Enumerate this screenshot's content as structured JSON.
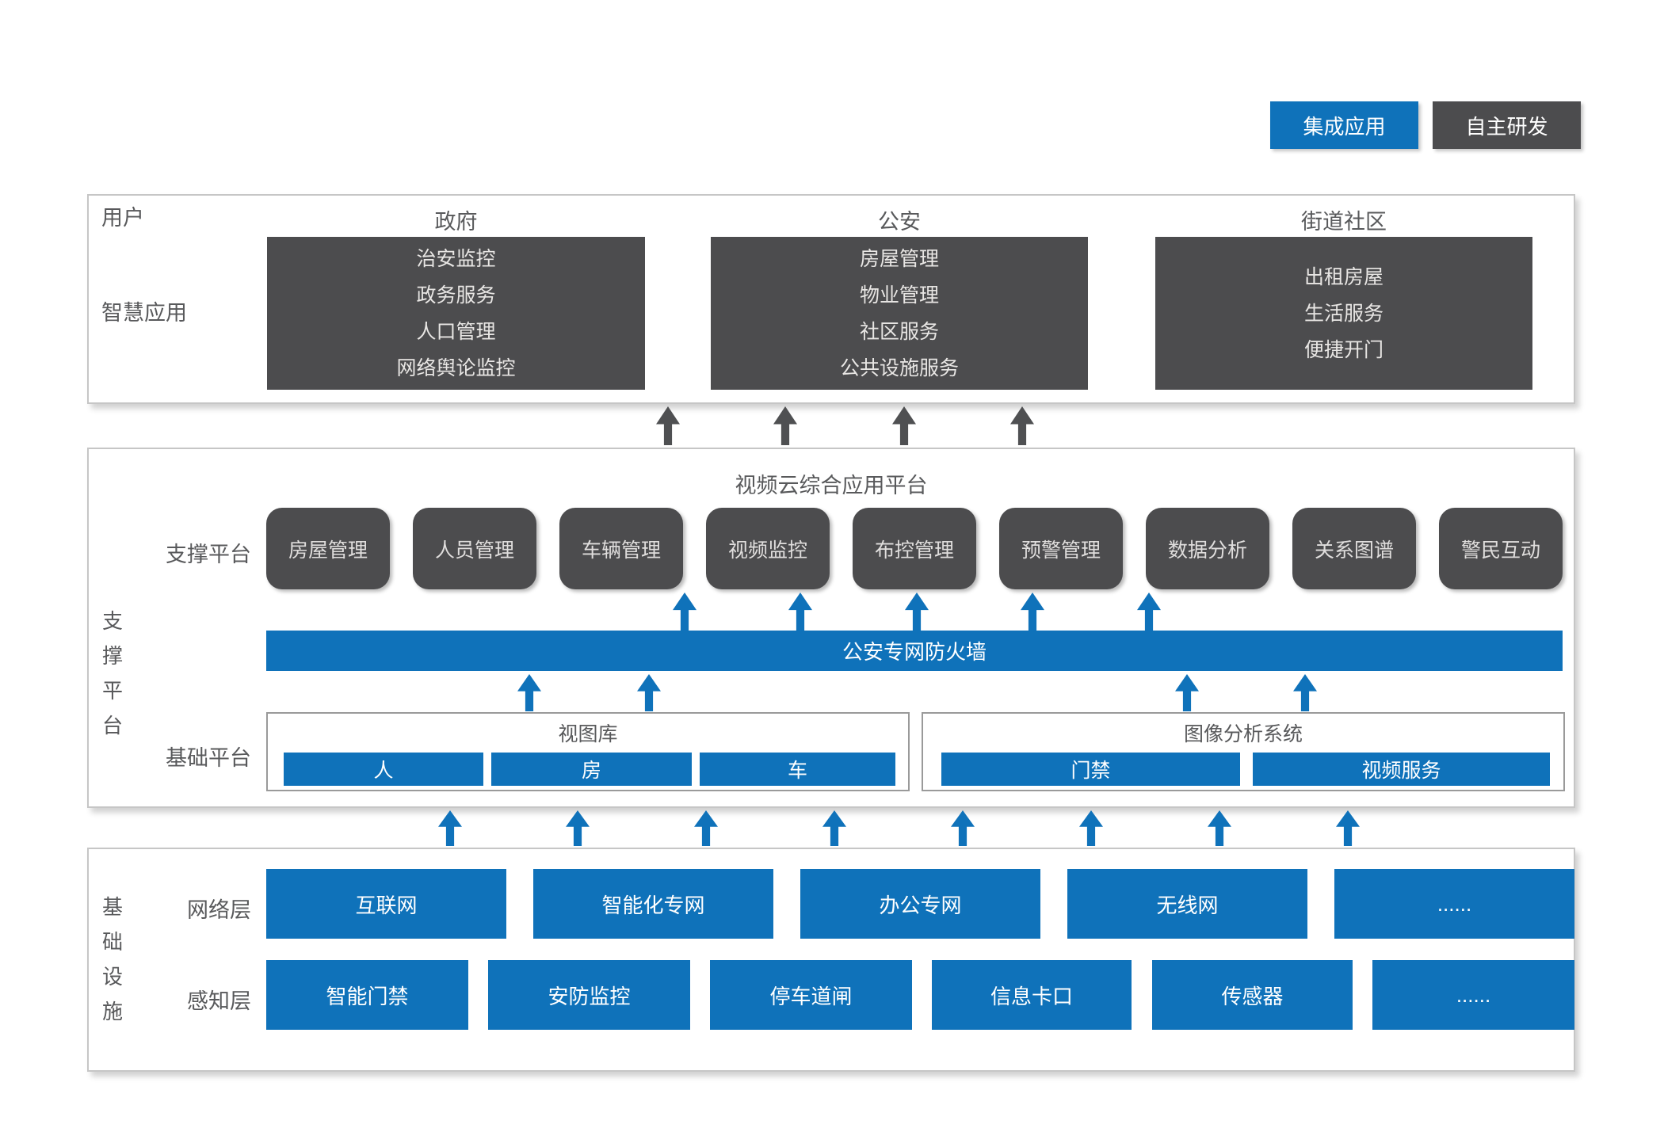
{
  "legend": {
    "integrated": "集成应用",
    "self_developed": "自主研发"
  },
  "user_section": {
    "row_label_users": "用户",
    "row_label_apps": "智慧应用",
    "columns": [
      {
        "title": "政府",
        "items": [
          "治安监控",
          "政务服务",
          "人口管理",
          "网络舆论监控"
        ]
      },
      {
        "title": "公安",
        "items": [
          "房屋管理",
          "物业管理",
          "社区服务",
          "公共设施服务"
        ]
      },
      {
        "title": "街道社区",
        "items": [
          "出租房屋",
          "生活服务",
          "便捷开门"
        ]
      }
    ]
  },
  "platform_section": {
    "side_label": "支撑平台",
    "title": "视频云综合应用平台",
    "support_row_label": "支撑平台",
    "support_boxes": [
      "房屋管理",
      "人员管理",
      "车辆管理",
      "视频监控",
      "布控管理",
      "预警管理",
      "数据分析",
      "关系图谱",
      "警民互动"
    ],
    "firewall_label": "公安专网防火墙",
    "base_row_label": "基础平台",
    "base_groups": [
      {
        "title": "视图库",
        "items": [
          "人",
          "房",
          "车"
        ]
      },
      {
        "title": "图像分析系统",
        "items": [
          "门禁",
          "视频服务"
        ]
      }
    ]
  },
  "infra_section": {
    "side_label": "基础设施",
    "network_row": {
      "label": "网络层",
      "items": [
        "互联网",
        "智能化专网",
        "办公专网",
        "无线网",
        "......"
      ]
    },
    "sensor_row": {
      "label": "感知层",
      "items": [
        "智能门禁",
        "安防监控",
        "停车道闸",
        "信息卡口",
        "传感器",
        "......"
      ]
    }
  },
  "colors": {
    "accent_blue": "#0f72ba",
    "dark_gray": "#4c4c4e",
    "label_gray": "#58595b"
  }
}
